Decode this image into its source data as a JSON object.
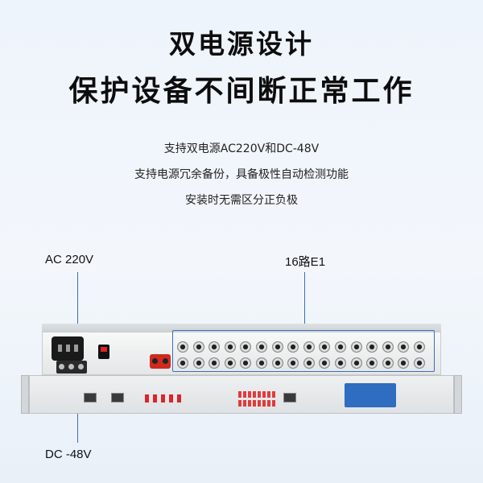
{
  "headline": {
    "line1": "双电源设计",
    "line2": "保护设备不间断正常工作"
  },
  "features": [
    "支持双电源AC220V和DC-48V",
    "支持电源冗余备份，具备极性自动检测功能",
    "安装时无需区分正负极"
  ],
  "callouts": {
    "ac": "AC 220V",
    "dc": "DC -48V",
    "e1": "16路E1"
  },
  "colors": {
    "callout_line": "#3a6fb8",
    "device_body": "#e4e6e7",
    "fiber_port": "#cf2a1e",
    "label_plate": "#2e6dbf"
  }
}
